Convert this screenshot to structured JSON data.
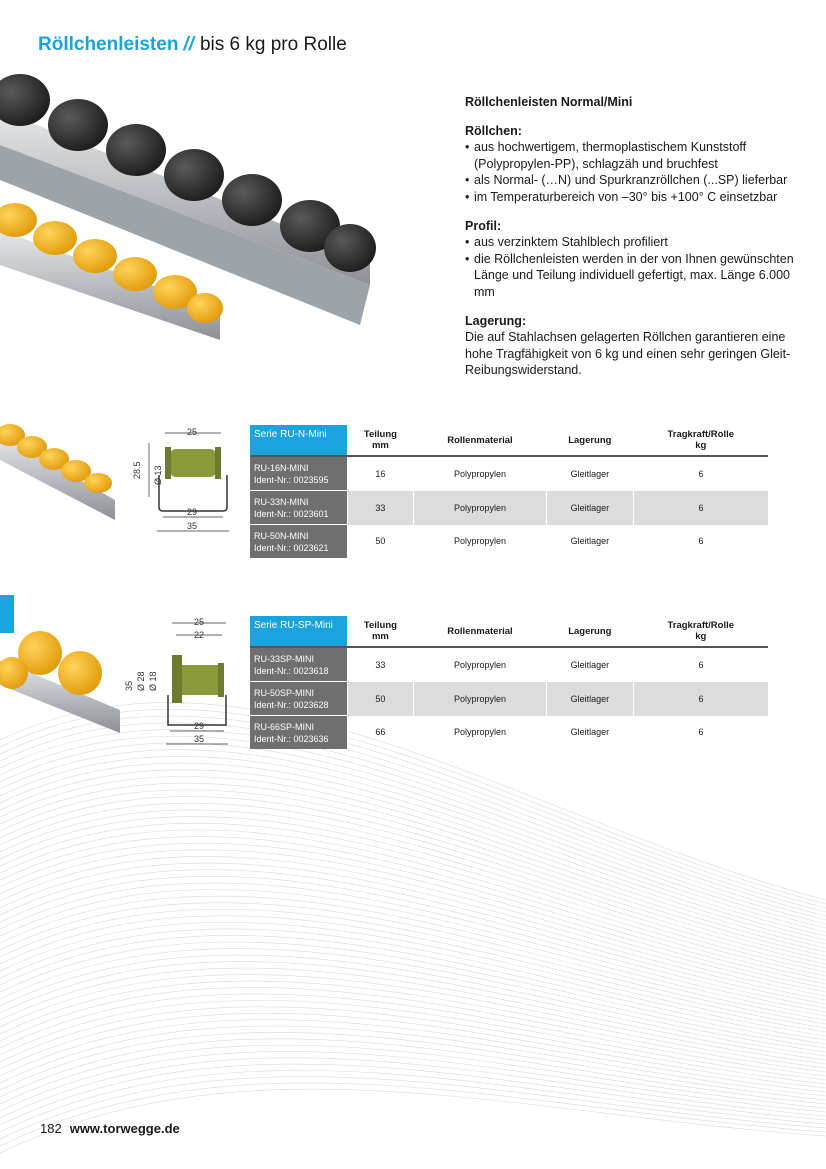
{
  "page": {
    "title_main": "Röllchenleisten",
    "title_sep": "//",
    "title_sub": "bis 6 kg pro Rolle"
  },
  "description": {
    "heading": "Röllchenleisten Normal/Mini",
    "roellchen_title": "Röllchen:",
    "roellchen_items": [
      "aus hochwertigem, thermoplastischem Kunststoff (Polypropylen-PP), schlagzäh und bruchfest",
      "als Normal- (…N) und Spurkranzröllchen (...SP) lieferbar",
      "im Temperaturbereich von –30° bis +100° C einsetzbar"
    ],
    "profil_title": "Profil:",
    "profil_items": [
      "aus verzinktem Stahlblech profiliert",
      "die Röllchenleisten werden in der von Ihnen gewünschten Länge und Teilung individuell gefertigt, max. Länge 6.000 mm"
    ],
    "lagerung_title": "Lagerung:",
    "lagerung_text": "Die auf Stahlachsen gelagerten Röllchen garantieren eine hohe Tragfähigkeit von 6 kg und einen sehr geringen Gleit-Reibungswiderstand."
  },
  "headers": {
    "teilung": "Teilung",
    "teilung_unit": "mm",
    "material": "Rollenmaterial",
    "lagerung": "Lagerung",
    "tragkraft": "Tragkraft/Rolle",
    "tragkraft_unit": "kg"
  },
  "table_n": {
    "serie": "Serie RU-N-Mini",
    "rows": [
      {
        "code": "RU-16N-MINI",
        "ident": "Ident-Nr.: 0023595",
        "teilung": "16",
        "material": "Polypropylen",
        "lagerung": "Gleitlager",
        "tragkraft": "6"
      },
      {
        "code": "RU-33N-MINI",
        "ident": "Ident-Nr.: 0023601",
        "teilung": "33",
        "material": "Polypropylen",
        "lagerung": "Gleitlager",
        "tragkraft": "6"
      },
      {
        "code": "RU-50N-MINI",
        "ident": "Ident-Nr.: 0023621",
        "teilung": "50",
        "material": "Polypropylen",
        "lagerung": "Gleitlager",
        "tragkraft": "6"
      }
    ]
  },
  "table_sp": {
    "serie": "Serie RU-SP-Mini",
    "rows": [
      {
        "code": "RU-33SP-MINI",
        "ident": "Ident-Nr.: 0023618",
        "teilung": "33",
        "material": "Polypropylen",
        "lagerung": "Gleitlager",
        "tragkraft": "6"
      },
      {
        "code": "RU-50SP-MINI",
        "ident": "Ident-Nr.: 0023628",
        "teilung": "50",
        "material": "Polypropylen",
        "lagerung": "Gleitlager",
        "tragkraft": "6"
      },
      {
        "code": "RU-66SP-MINI",
        "ident": "Ident-Nr.: 0023636",
        "teilung": "66",
        "material": "Polypropylen",
        "lagerung": "Gleitlager",
        "tragkraft": "6"
      }
    ]
  },
  "drawing_n": {
    "d_top": "25",
    "d_dia": "Ø 13",
    "d_h": "28.5",
    "d_in": "29",
    "d_out": "35"
  },
  "drawing_sp": {
    "d_top": "25",
    "d_top2": "22",
    "d_h": "35",
    "d_dia1": "Ø 28",
    "d_dia2": "Ø 18",
    "d_in": "29",
    "d_out": "35"
  },
  "footer": {
    "page_number": "182",
    "url": "www.torwegge.de"
  },
  "colors": {
    "accent": "#1aa3dc",
    "id_cell": "#6f6f6f",
    "shade_row": "#dcdcdc",
    "roller_black": "#2a2a2a",
    "roller_yellow": "#f3b51c",
    "roller_green": "#8a9a3a"
  }
}
